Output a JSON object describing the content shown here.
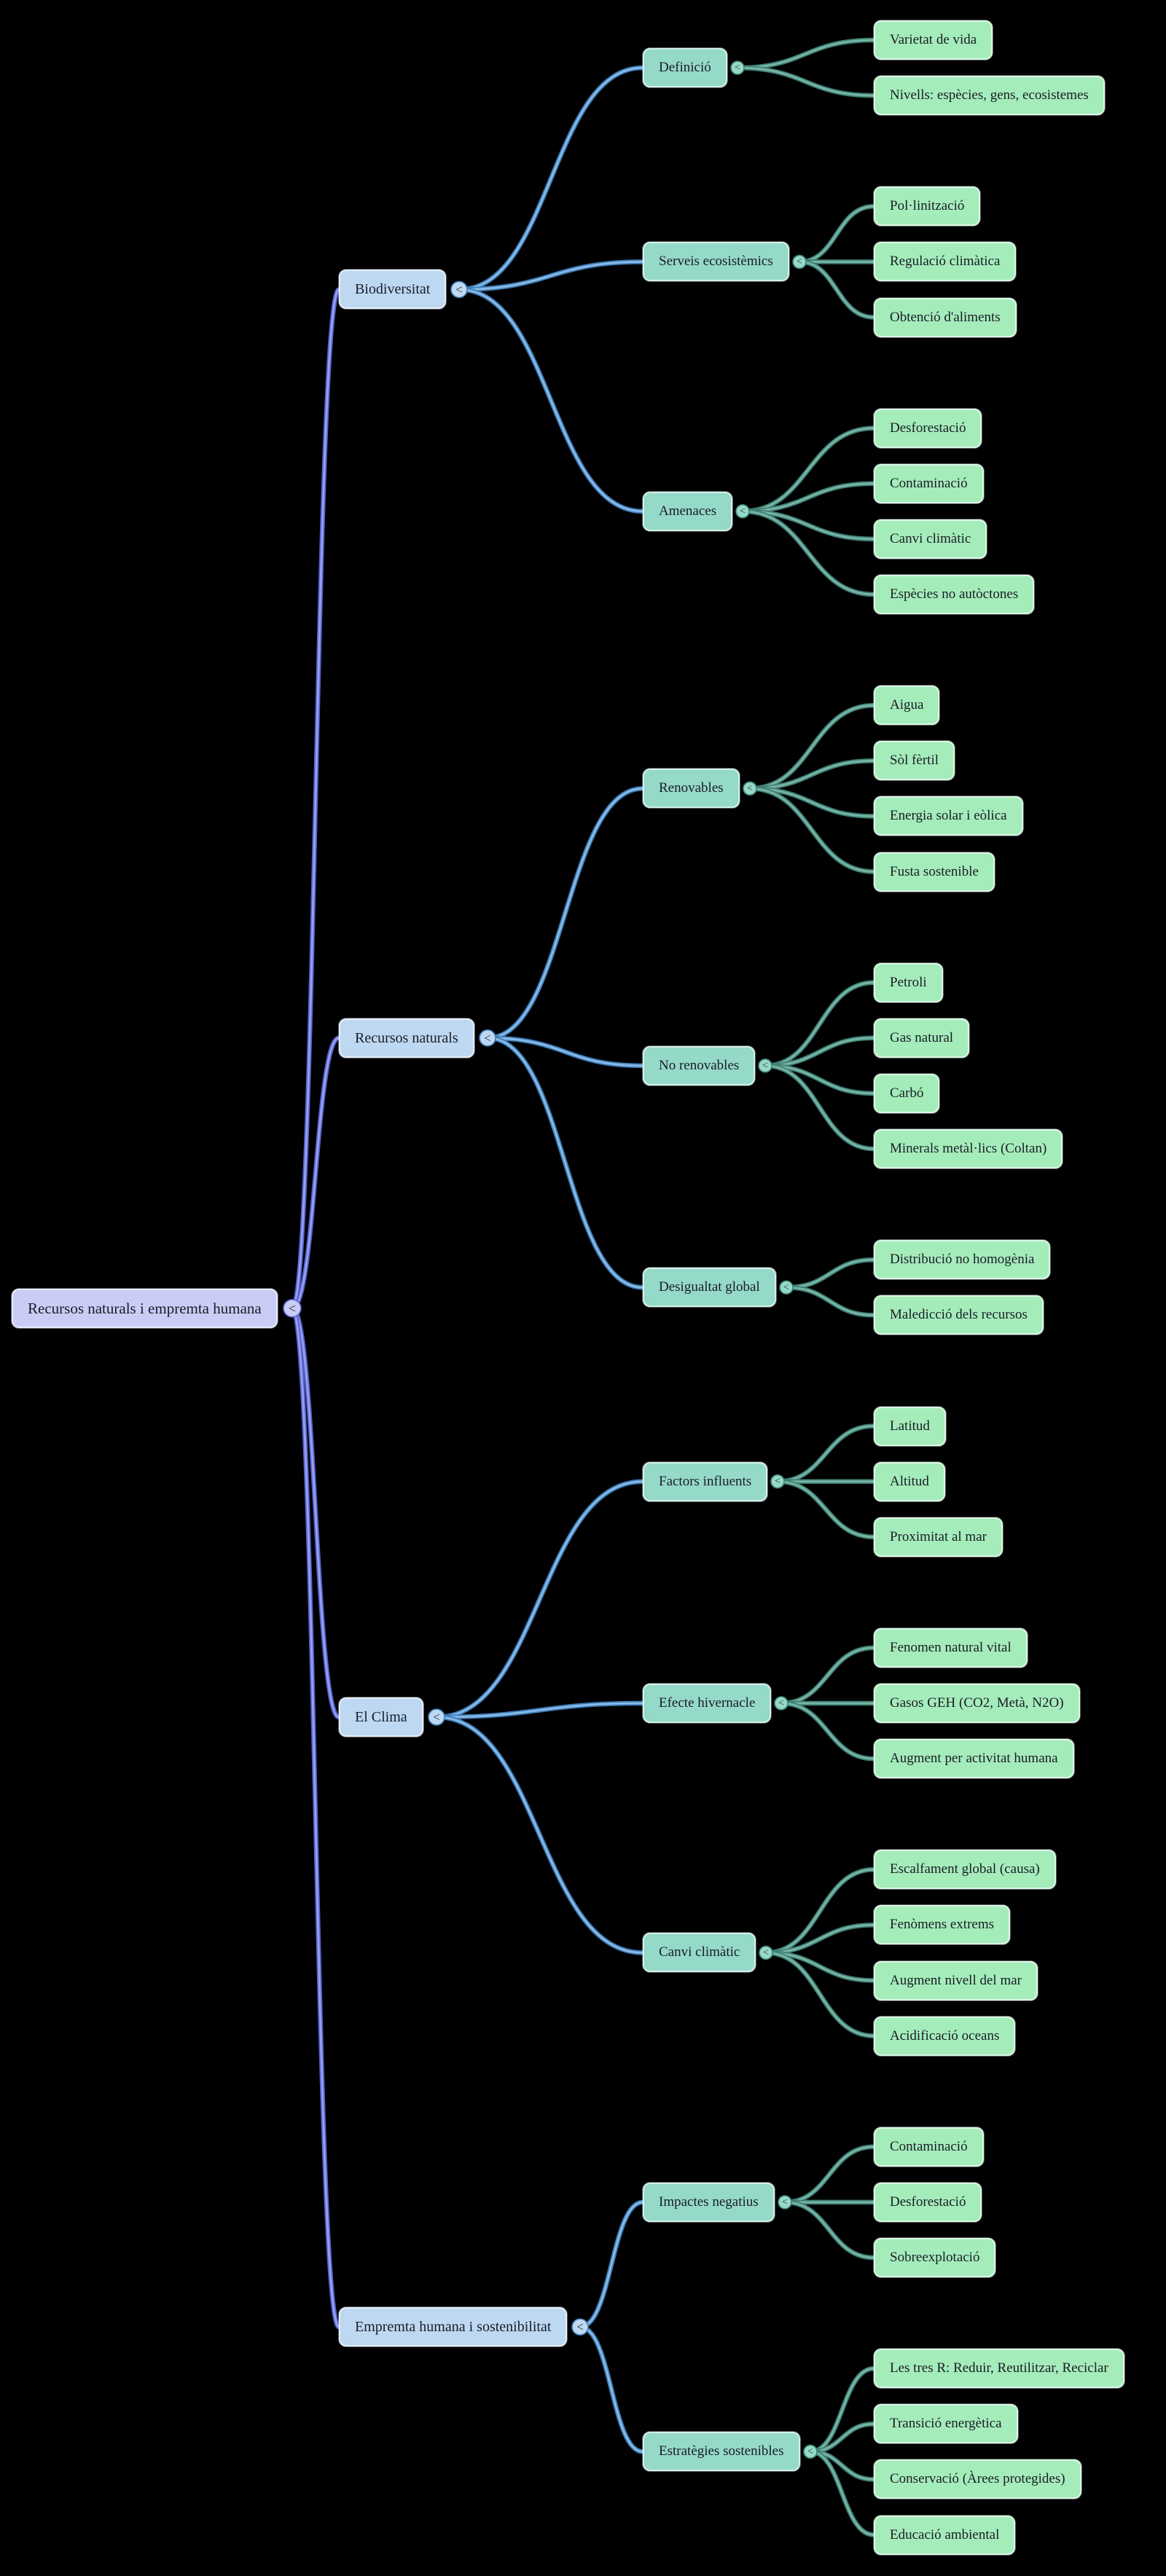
{
  "background_color": "#000000",
  "text_color": "#191d26",
  "collapse_glyph": "<",
  "levels": [
    {
      "name": "root",
      "fill": "#c9cdf6",
      "border": "#e7eafc",
      "link_outer": "#5560cc",
      "link_inner": "#98a1ef"
    },
    {
      "name": "branch",
      "fill": "#bed8f2",
      "border": "#e4eefa",
      "link_outer": "#3d7cb8",
      "link_inner": "#8abbe6"
    },
    {
      "name": "topic",
      "fill": "#95d9c8",
      "border": "#d2f0e9",
      "link_outer": "#3f8073",
      "link_inner": "#79b5a9"
    },
    {
      "name": "leaf",
      "fill": "#a5ecbb",
      "border": "#d9f8e4",
      "link_outer": "#3f8073",
      "link_inner": "#79b5a9"
    }
  ],
  "root": {
    "label": "Recursos naturals i empremta humana",
    "children": [
      {
        "label": "Biodiversitat",
        "children": [
          {
            "label": "Definició",
            "children": [
              {
                "label": "Varietat de vida"
              },
              {
                "label": "Nivells: espècies, gens, ecosistemes"
              }
            ]
          },
          {
            "label": "Serveis ecosistèmics",
            "children": [
              {
                "label": "Pol·linització"
              },
              {
                "label": "Regulació climàtica"
              },
              {
                "label": "Obtenció d'aliments"
              }
            ]
          },
          {
            "label": "Amenaces",
            "children": [
              {
                "label": "Desforestació"
              },
              {
                "label": "Contaminació"
              },
              {
                "label": "Canvi climàtic"
              },
              {
                "label": "Espècies no autòctones"
              }
            ]
          }
        ]
      },
      {
        "label": "Recursos naturals",
        "children": [
          {
            "label": "Renovables",
            "children": [
              {
                "label": "Aigua"
              },
              {
                "label": "Sòl fèrtil"
              },
              {
                "label": "Energia solar i eòlica"
              },
              {
                "label": "Fusta sostenible"
              }
            ]
          },
          {
            "label": "No renovables",
            "children": [
              {
                "label": "Petroli"
              },
              {
                "label": "Gas natural"
              },
              {
                "label": "Carbó"
              },
              {
                "label": "Minerals metàl·lics (Coltan)"
              }
            ]
          },
          {
            "label": "Desigualtat global",
            "children": [
              {
                "label": "Distribució no homogènia"
              },
              {
                "label": "Maledicció dels recursos"
              }
            ]
          }
        ]
      },
      {
        "label": "El Clima",
        "children": [
          {
            "label": "Factors influents",
            "children": [
              {
                "label": "Latitud"
              },
              {
                "label": "Altitud"
              },
              {
                "label": "Proximitat al mar"
              }
            ]
          },
          {
            "label": "Efecte hivernacle",
            "children": [
              {
                "label": "Fenomen natural vital"
              },
              {
                "label": "Gasos GEH (CO2, Metà, N2O)"
              },
              {
                "label": "Augment per activitat humana"
              }
            ]
          },
          {
            "label": "Canvi climàtic",
            "children": [
              {
                "label": "Escalfament global (causa)"
              },
              {
                "label": "Fenòmens extrems"
              },
              {
                "label": "Augment nivell del mar"
              },
              {
                "label": "Acidificació oceans"
              }
            ]
          }
        ]
      },
      {
        "label": "Empremta humana i sostenibilitat",
        "children": [
          {
            "label": "Impactes negatius",
            "children": [
              {
                "label": "Contaminació"
              },
              {
                "label": "Desforestació"
              },
              {
                "label": "Sobreexplotació"
              }
            ]
          },
          {
            "label": "Estratègies sostenibles",
            "children": [
              {
                "label": "Les tres R: Reduir, Reutilitzar, Reciclar"
              },
              {
                "label": "Transició energètica"
              },
              {
                "label": "Conservació (Àrees protegides)"
              },
              {
                "label": "Educació ambiental"
              }
            ]
          }
        ]
      }
    ]
  }
}
